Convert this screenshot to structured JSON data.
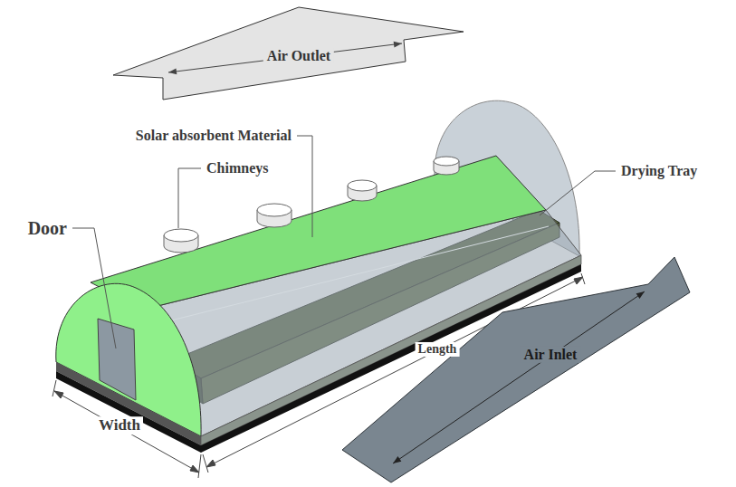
{
  "diagram": {
    "nodes": [
      {
        "text": [
          "Air Outlet"
        ]
      },
      {
        "text": [
          "Air Inlet"
        ]
      }
    ],
    "labels": [
      "Solar absorbent Material",
      "Chimneys",
      "Door",
      "Drying Tray",
      "Length",
      "Width"
    ]
  }
}
